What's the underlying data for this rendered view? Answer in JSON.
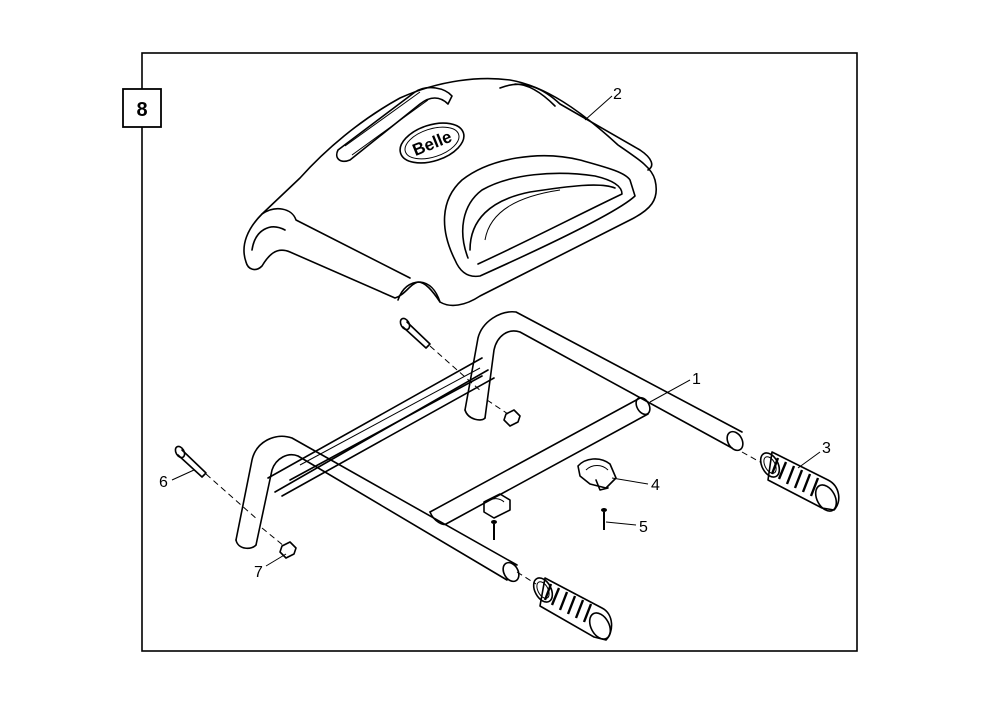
{
  "figure": {
    "section_number": "8",
    "logo_text": "Belle"
  },
  "callouts": [
    {
      "id": "1",
      "label": "1"
    },
    {
      "id": "2",
      "label": "2"
    },
    {
      "id": "3",
      "label": "3"
    },
    {
      "id": "4",
      "label": "4"
    },
    {
      "id": "5",
      "label": "5"
    },
    {
      "id": "6",
      "label": "6"
    },
    {
      "id": "7",
      "label": "7"
    }
  ]
}
